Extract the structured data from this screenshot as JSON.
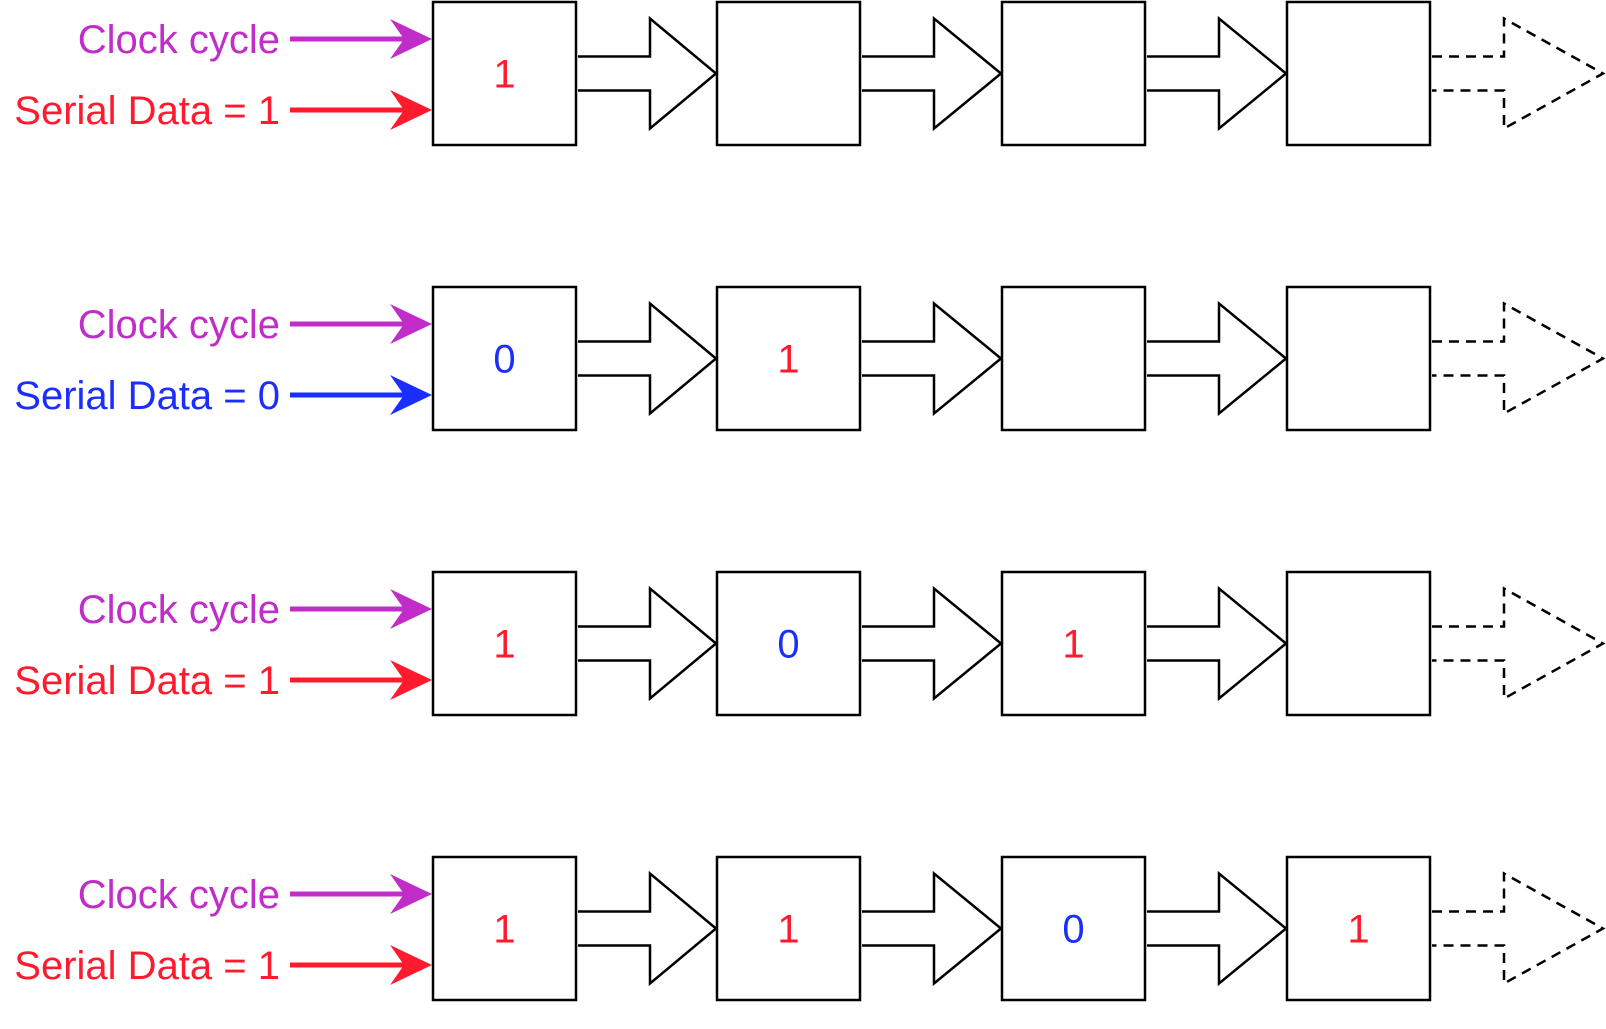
{
  "colors": {
    "clock": "#c12dc8",
    "one": "#ff1a2e",
    "zero": "#1a2eff",
    "stroke": "#000000",
    "fill": "#ffffff"
  },
  "rows": [
    {
      "clock_label": "Clock cycle",
      "data_label": "Serial Data = 1",
      "data_bit": "1",
      "cells": [
        "1",
        "",
        "",
        ""
      ]
    },
    {
      "clock_label": "Clock cycle",
      "data_label": "Serial Data = 0",
      "data_bit": "0",
      "cells": [
        "0",
        "1",
        "",
        ""
      ]
    },
    {
      "clock_label": "Clock cycle",
      "data_label": "Serial Data = 1",
      "data_bit": "1",
      "cells": [
        "1",
        "0",
        "1",
        ""
      ]
    },
    {
      "clock_label": "Clock cycle",
      "data_label": "Serial Data = 1",
      "data_bit": "1",
      "cells": [
        "1",
        "1",
        "0",
        "1"
      ]
    }
  ]
}
